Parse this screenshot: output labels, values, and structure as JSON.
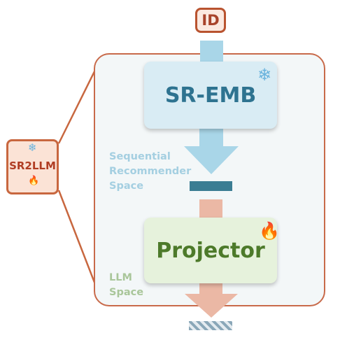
{
  "id_box": {
    "label": "ID"
  },
  "sr_emb": {
    "label": "SR-EMB",
    "state_icon": "snowflake-icon"
  },
  "projector": {
    "label": "Projector",
    "state_icon": "fire-icon"
  },
  "sequential_space_label": [
    "Sequential",
    "Recommender",
    "Space"
  ],
  "llm_space_label": [
    "LLM",
    "Space"
  ],
  "sr2llm": {
    "label": "SR2LLM",
    "top_icon": "snowflake-icon",
    "bottom_icon": "fire-icon"
  },
  "colors": {
    "accent_orange": "#c86a4a",
    "sr_blue": "#2e7390",
    "projector_green": "#4d7a2a",
    "arrow_blue": "#a9d6e8",
    "arrow_salmon": "#ebb8a5"
  }
}
